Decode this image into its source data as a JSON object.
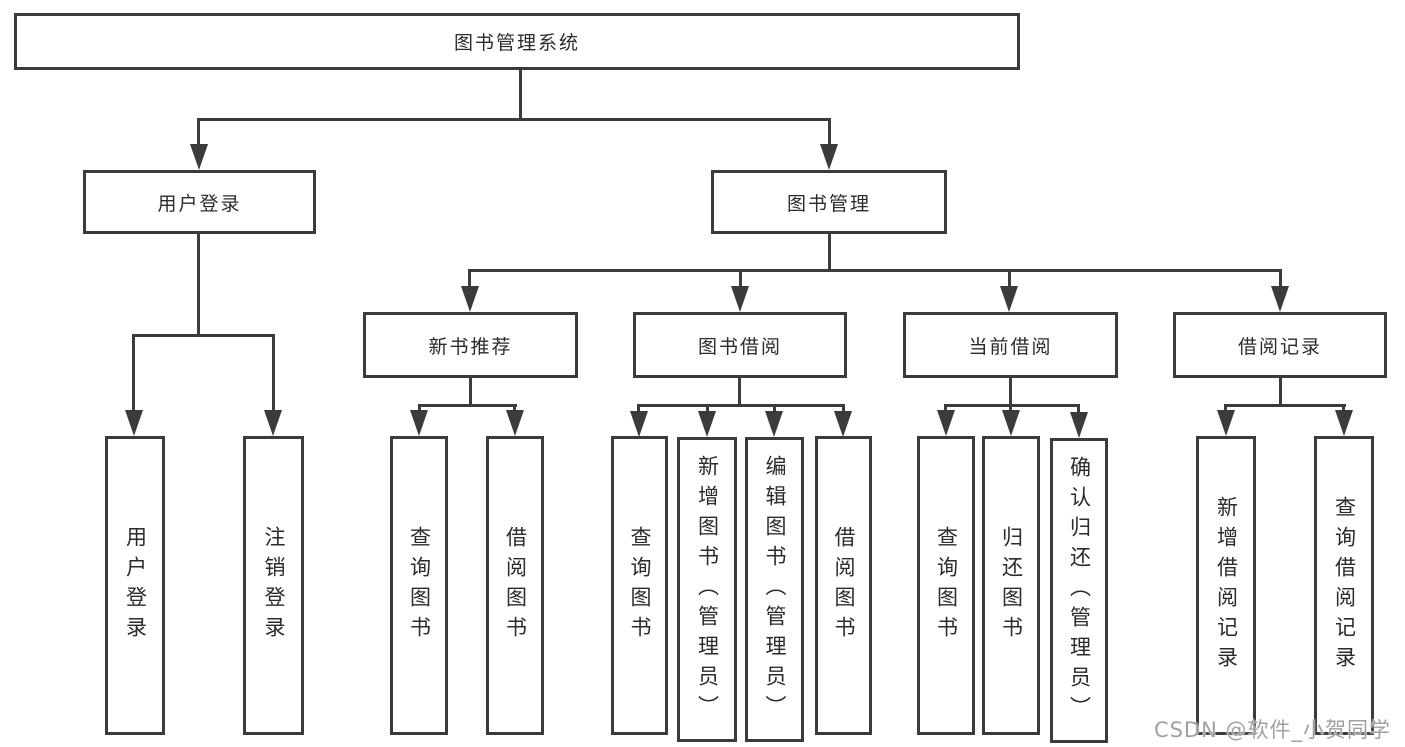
{
  "colors": {
    "line": "#3b3b3b",
    "text": "#2b2b2b",
    "background": "#ffffff",
    "watermark": "#a0a0a0"
  },
  "watermark": {
    "text": "CSDN @软件_小贺同学"
  },
  "tree": {
    "label": "图书管理系统",
    "children": [
      {
        "label": "用户登录",
        "children": [
          {
            "label": "用户登录"
          },
          {
            "label": "注销登录"
          }
        ]
      },
      {
        "label": "图书管理",
        "children": [
          {
            "label": "新书推荐",
            "children": [
              {
                "label": "查询图书"
              },
              {
                "label": "借阅图书"
              }
            ]
          },
          {
            "label": "图书借阅",
            "children": [
              {
                "label": "查询图书"
              },
              {
                "label": "新增图书（管理员）"
              },
              {
                "label": "编辑图书（管理员）"
              },
              {
                "label": "借阅图书"
              }
            ]
          },
          {
            "label": "当前借阅",
            "children": [
              {
                "label": "查询图书"
              },
              {
                "label": "归还图书"
              },
              {
                "label": "确认归还（管理员）"
              }
            ]
          },
          {
            "label": "借阅记录",
            "children": [
              {
                "label": "新增借阅记录"
              },
              {
                "label": "查询借阅记录"
              }
            ]
          }
        ]
      }
    ]
  }
}
